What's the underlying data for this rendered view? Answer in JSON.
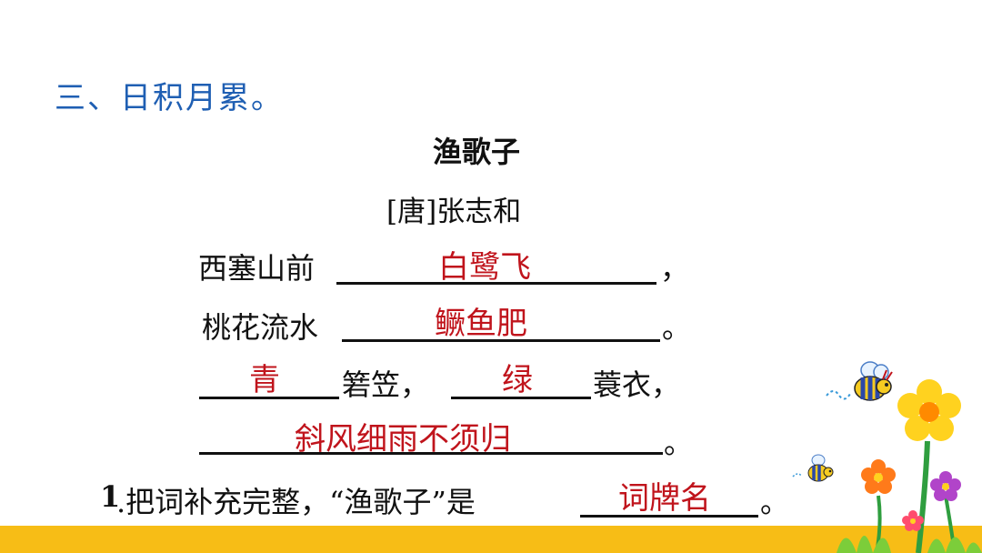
{
  "section_heading": "三、日积月累。",
  "poem": {
    "title": "渔歌子",
    "author": "[唐]张志和",
    "line1": {
      "prefix": "西塞山前",
      "answer": "白鹭飞",
      "end": "，"
    },
    "line2": {
      "prefix": "桃花流水",
      "answer": "鳜鱼肥",
      "end": "。"
    },
    "line3": {
      "answer_a": "青",
      "mid_a": "箬笠，",
      "answer_b": "绿",
      "mid_b": "蓑衣，"
    },
    "line4": {
      "answer": "斜风细雨不须归",
      "end": "。"
    }
  },
  "question": {
    "number": "1",
    "text": ".把词补充完整，“渔歌子”是",
    "answer": "词牌名",
    "end": "。"
  },
  "colors": {
    "heading": "#1f5fb3",
    "answer": "#c0141c",
    "bottom_bar": "#f7bd16"
  },
  "decorations": [
    "bee-icon",
    "bee-icon",
    "flower-icon"
  ]
}
